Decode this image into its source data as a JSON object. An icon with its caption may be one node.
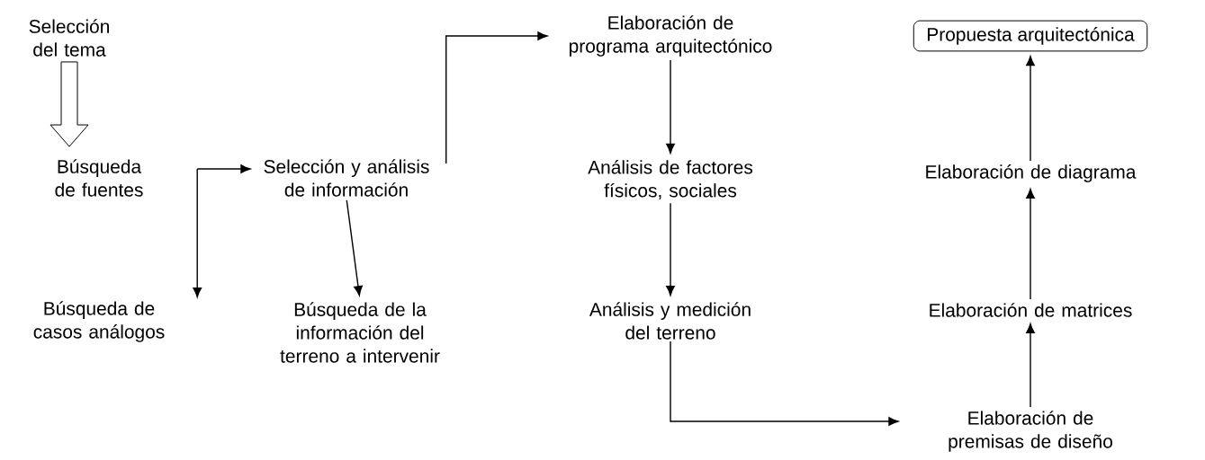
{
  "diagram": {
    "nodes": [
      {
        "text": [
          "Selección del tema"
        ]
      },
      {
        "text": [
          "Búsqueda de fuentes"
        ]
      },
      {
        "text": [
          "Búsqueda de casos análogos"
        ]
      },
      {
        "text": [
          "Selección y análisis de información"
        ]
      },
      {
        "text": [
          "Búsqueda de la información del terreno a intervenir"
        ]
      },
      {
        "text": [
          "Elaboración de programa arquitectónico"
        ]
      },
      {
        "text": [
          "Análisis de factores físicos, sociales"
        ]
      },
      {
        "text": [
          "Análisis y medición del terreno"
        ]
      },
      {
        "text": [
          "Elaboración de premisas de diseño"
        ]
      },
      {
        "text": [
          "Elaboración de matrices"
        ]
      },
      {
        "text": [
          "Elaboración de diagrama"
        ]
      },
      {
        "text": [
          "Propuesta arquitectónica"
        ]
      }
    ],
    "edges": [
      {
        "from": 0,
        "to": 1,
        "arrow": "to",
        "style": "thick"
      },
      {
        "from": 1,
        "to": 3,
        "arrow": "to"
      },
      {
        "from": 1,
        "to": 2,
        "arrow": "to"
      },
      {
        "from": 3,
        "to": 4,
        "arrow": "to"
      },
      {
        "from": 3,
        "to": 5,
        "arrow": "to"
      },
      {
        "from": 5,
        "to": 6,
        "arrow": "to"
      },
      {
        "from": 6,
        "to": 7,
        "arrow": "to"
      },
      {
        "from": 7,
        "to": 8,
        "arrow": "to"
      },
      {
        "from": 8,
        "to": 9,
        "arrow": "to"
      },
      {
        "from": 9,
        "to": 10,
        "arrow": "to"
      },
      {
        "from": 10,
        "to": 11,
        "arrow": "to"
      }
    ]
  }
}
